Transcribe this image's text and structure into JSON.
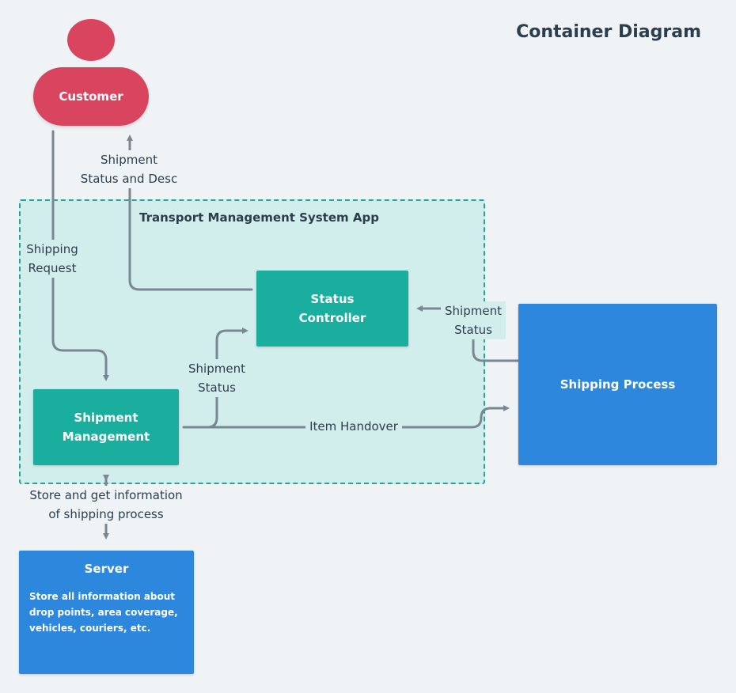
{
  "title": "Container Diagram",
  "system_boundary": {
    "label": "Transport Management System App"
  },
  "nodes": {
    "customer": {
      "label": "Customer"
    },
    "status_controller": {
      "label": "Status\nController"
    },
    "shipment_management": {
      "label": "Shipment\nManagement"
    },
    "shipping_process": {
      "label": "Shipping Process"
    },
    "server": {
      "title": "Server",
      "description": "Store all information about drop points, area coverage, vehicles, couriers, etc."
    }
  },
  "edges": {
    "status_to_customer": "Shipment\nStatus and Desc",
    "customer_to_mgmt": "Shipping\nRequest",
    "mgmt_to_status": "Shipment\nStatus",
    "shipping_to_status": "Shipment\nStatus",
    "item_handover": "Item Handover",
    "mgmt_server": "Store and get information\nof shipping process"
  },
  "colors": {
    "background": "#eff3f6",
    "person": "#d9455f",
    "container_teal": "#1aae9f",
    "external_blue": "#2d87dc",
    "boundary_fill": "#d2eeec",
    "boundary_stroke": "#24a58f",
    "connector": "#7a8793",
    "text": "#2c3e4e"
  }
}
